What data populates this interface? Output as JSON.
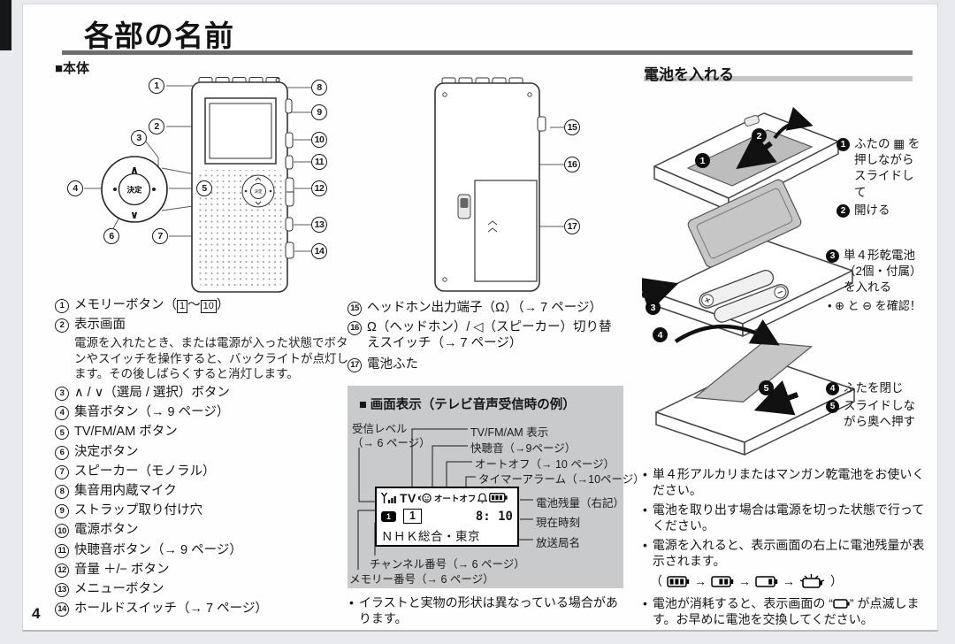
{
  "page_number": "4",
  "title": "各部の名前",
  "ui": {
    "bullet": "•",
    "arrow": "→",
    "open_paren": "（",
    "close_paren": "）",
    "tilde": "～"
  },
  "body": {
    "heading": "■本体",
    "dpad": {
      "center": "決定",
      "up": "∧",
      "down": "∨"
    },
    "parts_left": [
      {
        "num": "1",
        "pre": "メモリーボタン（",
        "box1": "1",
        "box2": "10",
        "post": "）"
      },
      {
        "num": "2",
        "text": "表示画面",
        "desc": "電源を入れたとき、または電源が入った状態でボタンやスイッチを操作すると、バックライトが点灯します。その後しばらくすると消灯します。"
      },
      {
        "num": "3",
        "text": "∧ / ∨（選局 / 選択）ボタン"
      },
      {
        "num": "4",
        "text": "集音ボタン（→ 9 ページ）"
      },
      {
        "num": "5",
        "text": "TV/FM/AM ボタン"
      },
      {
        "num": "6",
        "text": "決定ボタン"
      },
      {
        "num": "7",
        "text": "スピーカー（モノラル）"
      },
      {
        "num": "8",
        "text": "集音用内蔵マイク"
      },
      {
        "num": "9",
        "text": "ストラップ取り付け穴"
      },
      {
        "num": "10",
        "text": "電源ボタン"
      },
      {
        "num": "11",
        "text": "快聴音ボタン（→ 9 ページ）"
      },
      {
        "num": "12",
        "text": "音量 ＋/− ボタン"
      },
      {
        "num": "13",
        "text": "メニューボタン"
      },
      {
        "num": "14",
        "text": "ホールドスイッチ（→ 7 ページ）"
      }
    ],
    "parts_right": [
      {
        "num": "15",
        "text": "ヘッドホン出力端子（Ω）（→ 7 ページ）"
      },
      {
        "num": "16",
        "text": "Ω（ヘッドホン）/ ◁（スピーカー）切り替えスイッチ（→ 7 ページ）"
      },
      {
        "num": "17",
        "text": "電池ふた"
      }
    ]
  },
  "display": {
    "heading": "■ 画面表示（テレビ音声受信時の例）",
    "labels": {
      "signal": "受信レベル",
      "signal_page": "（→ 6 ページ）",
      "band": "TV/FM/AM 表示",
      "clear": "快聴音（→9ページ）",
      "autooff": "オートオフ（→ 10 ページ）",
      "timer": "タイマーアラーム（→10ページ）",
      "battery": "電池残量（右記）",
      "time": "現在時刻",
      "station": "放送局名",
      "channel": "チャンネル番号（→ 6 ページ）",
      "memory": "メモリー番号（→ 6 ページ）"
    },
    "lcd": {
      "band": "TV",
      "autooff": "オートオフ",
      "memory": "1",
      "channel": "1",
      "time": "8: 10",
      "station": "ＮＨＫ総合・東京"
    },
    "note": "イラストと実物の形状は異なっている場合があります。"
  },
  "battery": {
    "heading": "電池を入れる",
    "steps": {
      "s1": {
        "num": "1",
        "text": "ふたの ▦ を押しながらスライドして"
      },
      "s2": {
        "num": "2",
        "text": "開ける"
      },
      "s3": {
        "num": "3",
        "text": "単４形乾電池（2個・付属）を入れる",
        "note": "• ⊕ と ⊖ を確認！"
      },
      "s4": {
        "num": "4",
        "text": "ふたを閉じ"
      },
      "s5": {
        "num": "5",
        "text": "スライドしながら奥へ押す"
      }
    },
    "notes": {
      "n1": "単４形アルカリまたはマンガン乾電池をお使いください。",
      "n2": "電池を取り出す場合は電源を切った状態で行ってください。",
      "n3": "電源を入れると、表示画面の右上に電池残量が表示されます。",
      "n4_pre": "電池が消耗すると、表示画面の “",
      "n4_post": "” が点滅します。お早めに電池を交換してください。"
    }
  },
  "callouts": {
    "c1": "1",
    "c2": "2",
    "c3": "3",
    "c4": "4",
    "c5": "5",
    "c6": "6",
    "c7": "7",
    "c8": "8",
    "c9": "9",
    "c10": "10",
    "c11": "11",
    "c12": "12",
    "c13": "13",
    "c14": "14",
    "c15": "15",
    "c16": "16",
    "c17": "17"
  }
}
